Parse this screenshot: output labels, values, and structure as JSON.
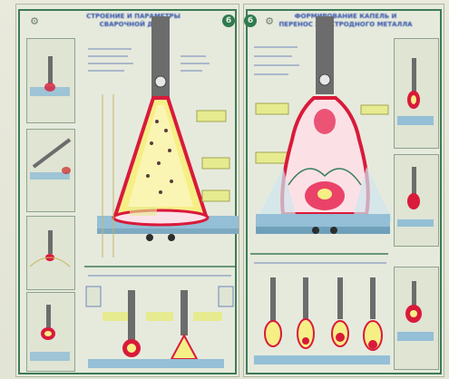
{
  "poster_left": {
    "title": "СТРОЕНИЕ И ПАРАМЕТРЫ СВАРОЧНОЙ ДУГИ",
    "badge": "6"
  },
  "poster_right": {
    "title": "ФОРМИРОВАНИЕ КАПЕЛЬ И ПЕРЕНОС ЭЛЕКТРОДНОГО МЕТАЛЛА",
    "badge": "6"
  },
  "colors": {
    "poster_bg": "#e6eadd",
    "frame": "#3e7b56",
    "electrode": "#6c6c6c",
    "arc_red": "#d91a3a",
    "arc_yellow": "#f6ef86",
    "plate_blue": "#94bfd6",
    "label_yellow": "#e6eb90"
  }
}
